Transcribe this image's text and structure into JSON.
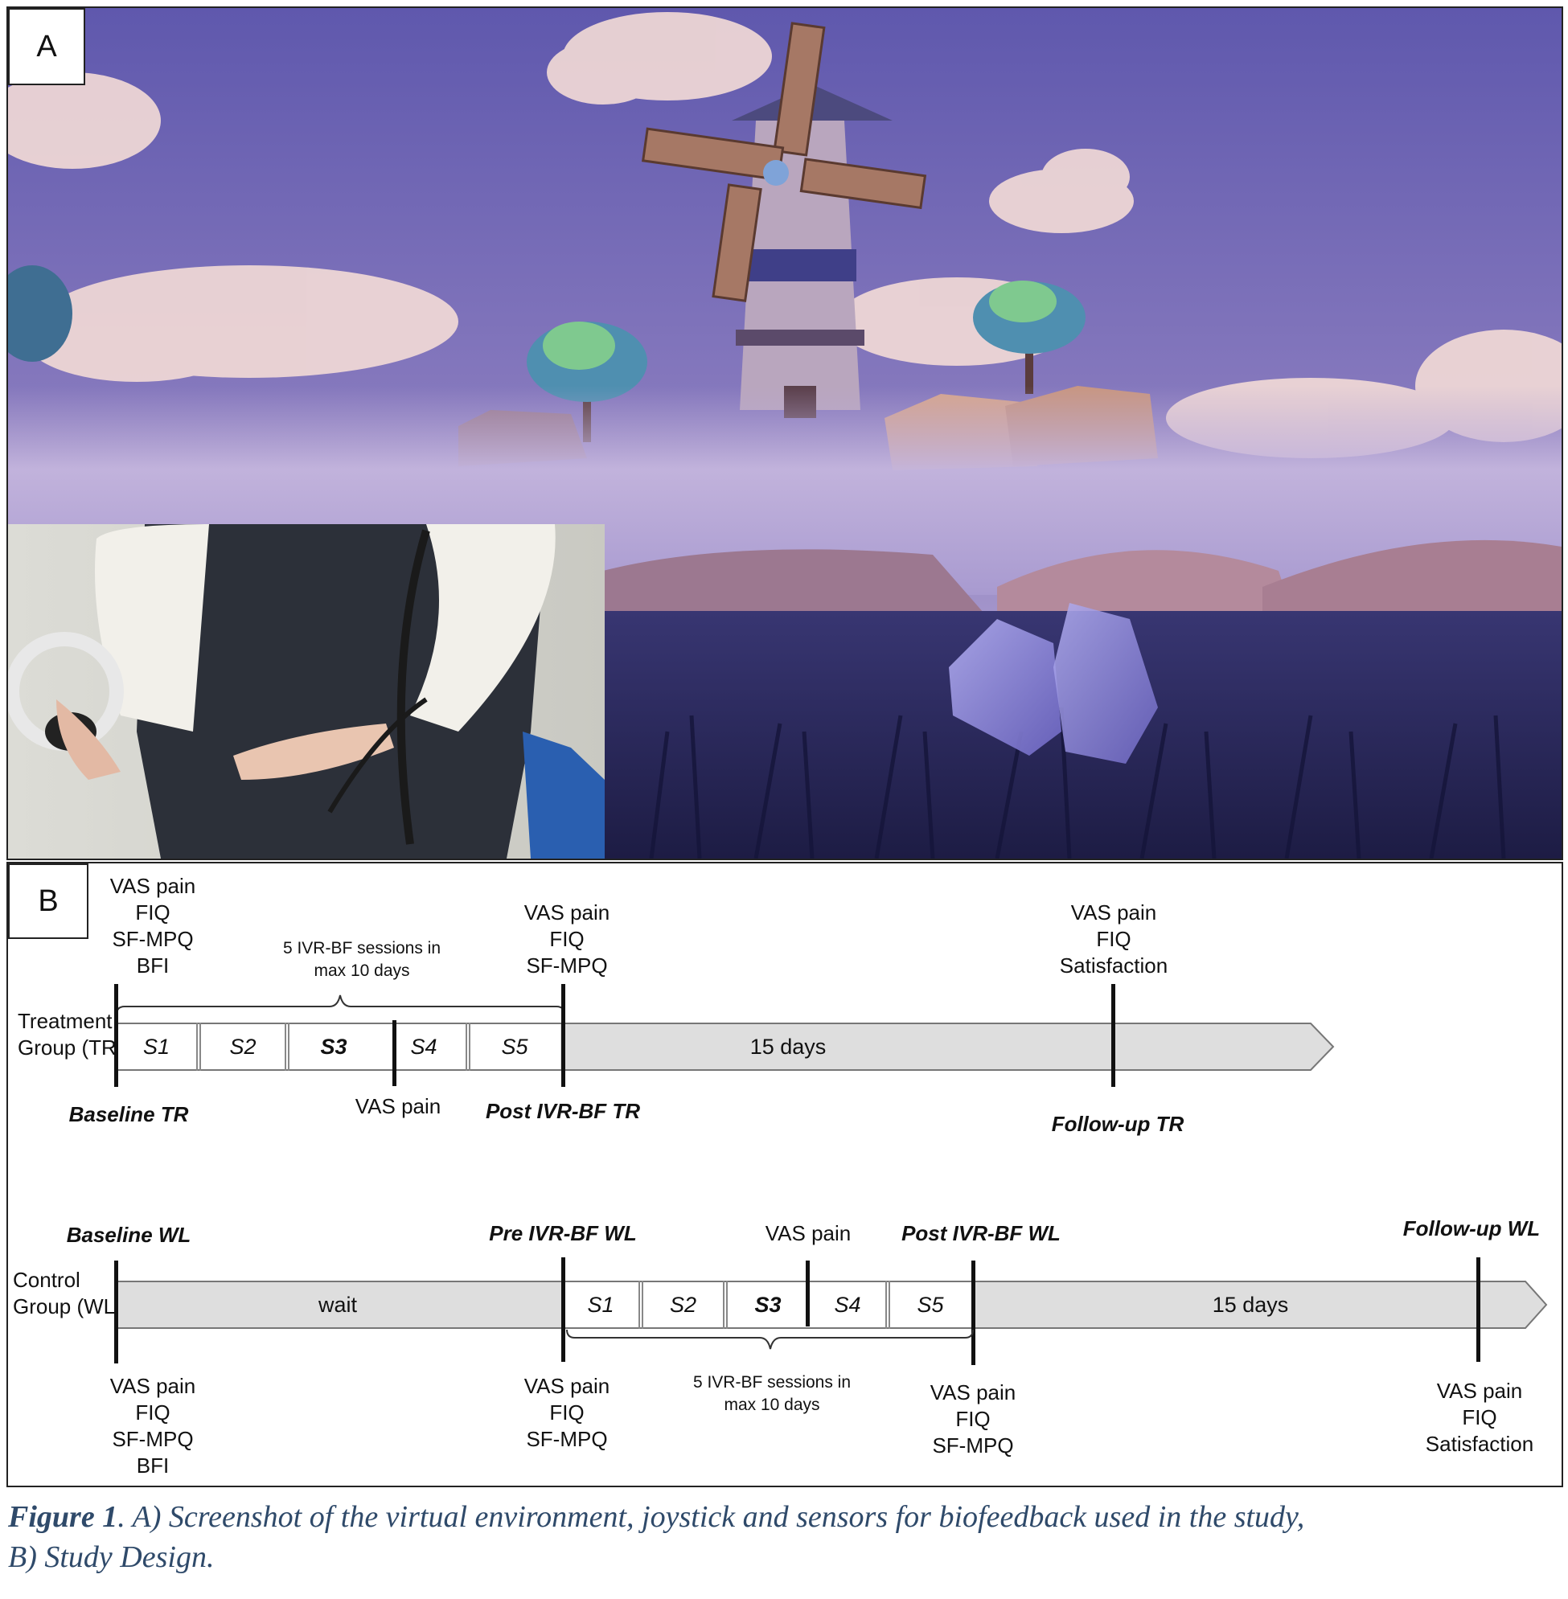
{
  "panel_a": {
    "letter": "A"
  },
  "panel_b": {
    "letter": "B",
    "treatment": {
      "group_label": [
        "Treatment",
        "Group (TR)"
      ],
      "baseline_measures": [
        "VAS pain",
        "FIQ",
        "SF-MPQ",
        "BFI"
      ],
      "sessions_note": [
        "5 IVR-BF sessions in",
        "max 10 days"
      ],
      "post_measures": [
        "VAS pain",
        "FIQ",
        "SF-MPQ"
      ],
      "followup_measures": [
        "VAS pain",
        "FIQ",
        "Satisfaction"
      ],
      "sessions": [
        "S1",
        "S2",
        "S3",
        "S4",
        "S5"
      ],
      "duration": "15 days",
      "mid_measure": "VAS pain",
      "baseline_label": "Baseline TR",
      "post_label": "Post IVR-BF TR",
      "followup_label": "Follow-up TR"
    },
    "control": {
      "group_label": [
        "Control",
        "Group (WL)"
      ],
      "baseline_label": "Baseline WL",
      "pre_label": "Pre IVR-BF WL",
      "mid_measure": "VAS pain",
      "post_label": "Post IVR-BF WL",
      "followup_label": "Follow-up WL",
      "wait": "wait",
      "sessions": [
        "S1",
        "S2",
        "S3",
        "S4",
        "S5"
      ],
      "duration": "15 days",
      "baseline_measures": [
        "VAS pain",
        "FIQ",
        "SF-MPQ",
        "BFI"
      ],
      "pre_measures": [
        "VAS pain",
        "FIQ",
        "SF-MPQ"
      ],
      "sessions_note": [
        "5 IVR-BF sessions in",
        "max 10 days"
      ],
      "post_measures": [
        "VAS pain",
        "FIQ",
        "SF-MPQ"
      ],
      "followup_measures": [
        "VAS pain",
        "FIQ",
        "Satisfaction"
      ]
    }
  },
  "caption": {
    "label": "Figure 1",
    "text_line1": ". A) Screenshot of the virtual environment, joystick and sensors for biofeedback used in the study,",
    "text_line2": "B) Study Design."
  },
  "colors": {
    "sky_top": "#6a62b4",
    "sky_bottom": "#a999c8",
    "fog": "#c4b4dc",
    "grass": "#2a2a58",
    "crystal": "#8d86d6",
    "bar_fill": "#dedede",
    "caption": "#2f4a6a"
  }
}
